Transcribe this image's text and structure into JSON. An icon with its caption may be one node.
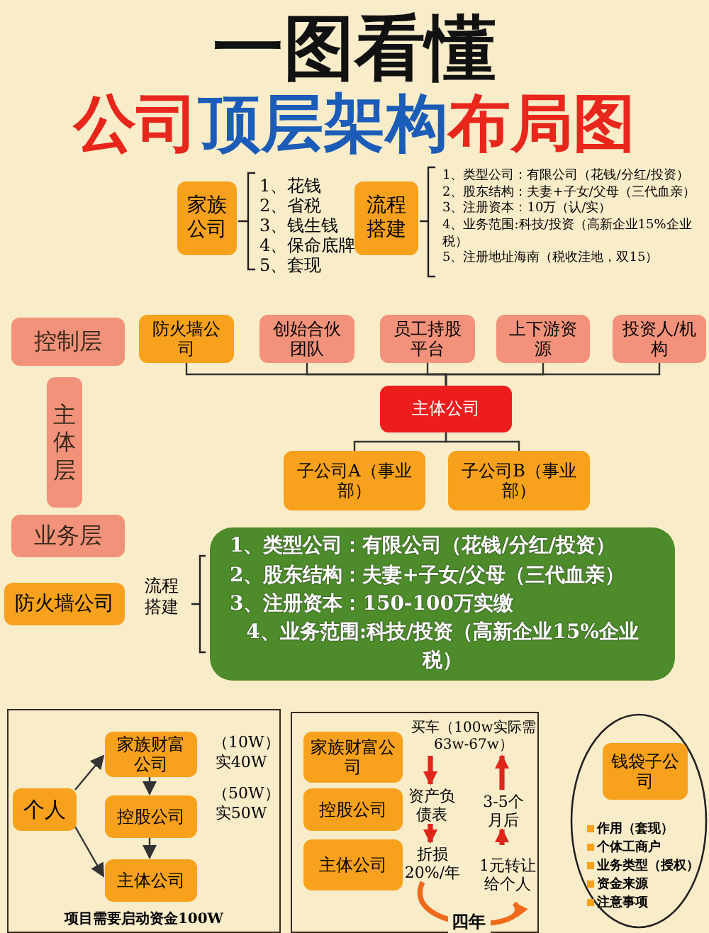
{
  "diagram": {
    "title": "一图看懂",
    "nodes": [
      {
        "text": [
          "家族公司"
        ]
      },
      {
        "text": [
          "流程搭建"
        ]
      },
      {
        "text": [
          "控制层"
        ]
      },
      {
        "text": [
          "防火墙公司"
        ]
      },
      {
        "text": [
          "创始合伙团队"
        ]
      },
      {
        "text": [
          "员工持股平台"
        ]
      },
      {
        "text": [
          "上下游资源"
        ]
      },
      {
        "text": [
          "投资人/机构"
        ]
      },
      {
        "text": [
          "主体层"
        ]
      },
      {
        "text": [
          "主体公司"
        ]
      },
      {
        "text": [
          "子公司A（事业部）"
        ]
      },
      {
        "text": [
          "子公司B（事业部）"
        ]
      },
      {
        "text": [
          "业务层"
        ]
      },
      {
        "text": [
          "防火墙公司"
        ]
      },
      {
        "text": [
          "1、类型公司：有限公司（花钱/分红/投资）",
          "2、股东结构：夫妻+子女/父母（三代血亲）",
          "3、注册资本：150-100万实缴",
          "4、业务范围:科技/投资（高新企业15%企业税）"
        ]
      },
      {
        "text": [
          "项目需要启动资金100W"
        ]
      },
      {
        "text": [
          "个人"
        ],
        "in": 15
      },
      {
        "text": [
          "家族财富公司"
        ],
        "in": 15
      },
      {
        "text": [
          "控股公司"
        ],
        "in": 15
      },
      {
        "text": [
          "主体公司"
        ],
        "in": 15
      },
      {
        "text": [],
        "shape": "box"
      },
      {
        "text": [
          "家族财富公司"
        ],
        "in": 20
      },
      {
        "text": [
          "控股公司"
        ],
        "in": 20
      },
      {
        "text": [
          "主体公司"
        ],
        "in": 20
      },
      {
        "text": [
          "买车（100w实际需63w-67w）"
        ],
        "in": 20
      },
      {
        "text": [
          "资产负债表"
        ],
        "in": 20
      },
      {
        "text": [
          "折损20%/年"
        ],
        "in": 20
      },
      {
        "text": [
          "3-5个月后"
        ],
        "in": 20
      },
      {
        "text": [
          "1元转让给个人"
        ],
        "in": 20
      },
      {
        "text": [
          "作用（套现）",
          "个体工商户",
          "业务类型（授权）",
          "资金来源",
          "注意事项"
        ]
      },
      {
        "text": [
          "钱袋子公司"
        ],
        "in": 29
      }
    ],
    "edges": [
      {
        "from": 3,
        "to": 9,
        "arrow": "none"
      },
      {
        "from": 4,
        "to": 9,
        "arrow": "none"
      },
      {
        "from": 5,
        "to": 9,
        "arrow": "none"
      },
      {
        "from": 6,
        "to": 9,
        "arrow": "none"
      },
      {
        "from": 7,
        "to": 9,
        "arrow": "none"
      },
      {
        "from": 9,
        "to": 10,
        "arrow": "none"
      },
      {
        "from": 9,
        "to": 11,
        "arrow": "none"
      },
      {
        "from": 16,
        "to": 17,
        "arrow": "to"
      },
      {
        "from": 16,
        "to": 19,
        "arrow": "to"
      },
      {
        "from": 17,
        "to": 18,
        "arrow": "to"
      },
      {
        "from": 18,
        "to": 19,
        "arrow": "to"
      },
      {
        "from": 24,
        "to": 25,
        "arrow": "to",
        "style": "thick",
        "color": "#e0261b"
      },
      {
        "from": 25,
        "to": 26,
        "arrow": "to",
        "style": "thick",
        "color": "#e0261b"
      },
      {
        "from": 26,
        "to": 28,
        "arrow": "to",
        "style": "thick",
        "color": "#f06a1c",
        "label": "四年"
      },
      {
        "from": 28,
        "to": 27,
        "arrow": "to",
        "style": "thick",
        "color": "#e0261b"
      },
      {
        "from": 27,
        "to": 24,
        "arrow": "to",
        "style": "thick",
        "color": "#e0261b"
      }
    ],
    "labels": [
      "公司顶层架构布局图",
      "1、花钱",
      "2、省税",
      "3、钱生钱",
      "4、保命底牌",
      "5、套现",
      "1、类型公司：有限公司（花钱/分红/投资）",
      "2、股东结构：夫妻+子女/父母（三代血亲）",
      "3、注册资本：10万（认/实）",
      "4、业务范围:科技/投资（高新企业15%企业税）",
      "5、注册地址海南（税收洼地，双15）",
      "流程搭建",
      "（10W）实40W",
      "（50W）实50W"
    ]
  }
}
